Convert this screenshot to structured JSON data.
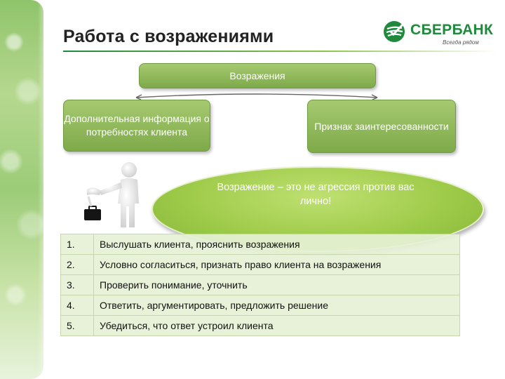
{
  "slide": {
    "title": "Работа с возражениями"
  },
  "logo": {
    "name": "СБЕРБАНК",
    "slogan": "Всегда рядом",
    "brand_color": "#1f8a3c"
  },
  "diagram": {
    "top_box": "Возражения",
    "left_box": "Дополнительная информация о потребностях клиента",
    "right_box": "Признак заинтересованности",
    "box_color": "#8db359"
  },
  "callout": {
    "text": "Возражение – это не агрессия против вас лично!",
    "color": "#9fcb4a"
  },
  "steps": [
    {
      "num": "1.",
      "text": "Выслушать клиента, прояснить возражения"
    },
    {
      "num": "2.",
      "text": "Условно согласиться, признать право клиента на возражения"
    },
    {
      "num": "3.",
      "text": "Проверить понимание, уточнить"
    },
    {
      "num": "4.",
      "text": "Ответить, аргументировать, предложить решение"
    },
    {
      "num": "5.",
      "text": "Убедиться, что ответ устроил клиента"
    }
  ]
}
